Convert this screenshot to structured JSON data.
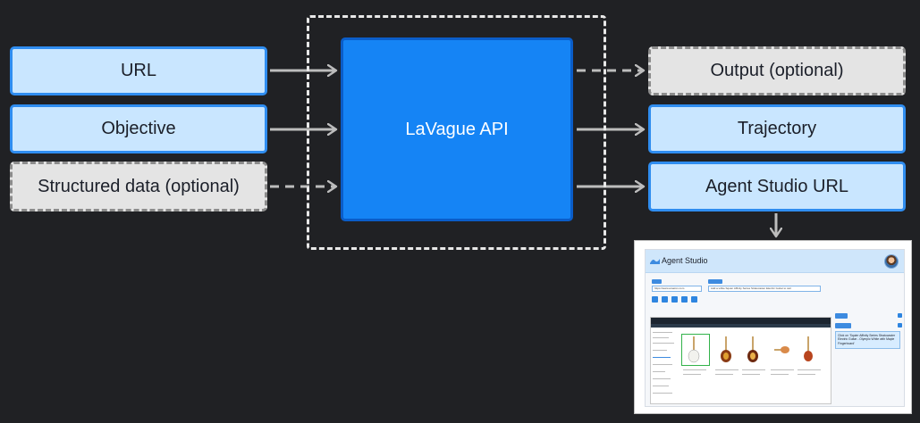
{
  "inputs": {
    "url": "URL",
    "objective": "Objective",
    "structured_data": "Structured data (optional)"
  },
  "api": {
    "label": "LaVague API"
  },
  "outputs": {
    "output": "Output (optional)",
    "trajectory": "Trajectory",
    "agent_studio_url": "Agent Studio URL"
  },
  "studio": {
    "title": "Agent Studio",
    "url_value": "https://www.amazon.com",
    "objective_value": "Add a white Squier Affinity Series Stratocaster Electric Guitar to cart",
    "panel_text": "Click on 'Squier Affinity Series Stratocaster Electric Guitar - Olympic White with Maple Fingerboard'"
  },
  "colors": {
    "background": "#202124",
    "solid_fill": "#c9e6ff",
    "solid_border": "#2f8df0",
    "dashed_fill": "#e4e4e4",
    "api_fill": "#1584f5",
    "arrow": "#bdbdbd"
  }
}
